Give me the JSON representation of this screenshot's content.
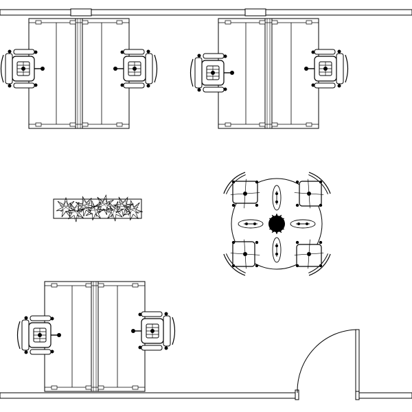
{
  "plan": {
    "ink": "#000000",
    "fill": "#ffffff",
    "workstations": [
      {
        "id": "ws-1",
        "chairs": [
          "left",
          "right"
        ]
      },
      {
        "id": "ws-2",
        "chairs": [
          "left",
          "right"
        ]
      },
      {
        "id": "ws-3",
        "chairs": [
          "left",
          "right"
        ]
      }
    ],
    "planter": {
      "plants": 8
    },
    "round_table": {
      "chairs": 4,
      "centerpiece": "flower"
    },
    "door": {
      "swing": "quarter-arc"
    }
  }
}
